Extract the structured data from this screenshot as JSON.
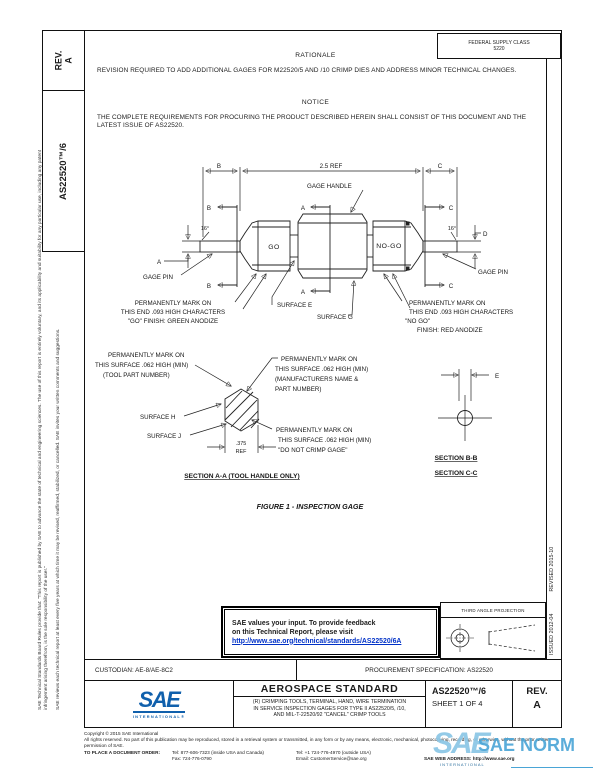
{
  "header": {
    "rev_label": "REV.",
    "rev_value": "A",
    "doc_number_vertical": "AS22520™/6",
    "fsc_line1": "FEDERAL SUPPLY CLASS",
    "fsc_line2": "5220"
  },
  "rationale": {
    "heading": "RATIONALE",
    "body": "REVISION REQUIRED TO ADD ADDITIONAL GAGES FOR M22520/5 AND /10 CRIMP DIES AND ADDRESS MINOR TECHNICAL CHANGES."
  },
  "notice": {
    "heading": "NOTICE",
    "body": "THE COMPLETE REQUIREMENTS FOR PROCURING THE PRODUCT DESCRIBED HEREIN SHALL CONSIST OF THIS DOCUMENT AND THE LATEST ISSUE OF AS22520."
  },
  "figure": {
    "dims": {
      "b": "B",
      "len": "2.5 REF",
      "c": "C",
      "a": "A",
      "d": "D",
      "e": "E",
      "chamfer": "16°",
      "hex": ".375",
      "hex_ref": "REF"
    },
    "sections": {
      "b": "B",
      "a": "A",
      "c": "C"
    },
    "labels": {
      "gage_handle": "GAGE HANDLE",
      "gage_pin": "GAGE PIN",
      "go": "GO",
      "no_go": "NO-GO",
      "surface_e": "SURFACE E",
      "surface_g": "SURFACE G",
      "surface_h": "SURFACE H",
      "surface_j": "SURFACE J"
    },
    "mark_go": [
      "PERMANENTLY MARK ON",
      "THIS END .093 HIGH CHARACTERS",
      "\"GO\"  FINISH: GREEN ANODIZE"
    ],
    "mark_nogo": [
      "PERMANENTLY MARK ON",
      "THIS END .093 HIGH CHARACTERS",
      "\"NO GO\"",
      "FINISH: RED ANODIZE"
    ],
    "mark_tool": [
      "PERMANENTLY MARK ON",
      "THIS SURFACE .062 HIGH (MIN)",
      "(TOOL PART NUMBER)"
    ],
    "mark_mfr": [
      "PERMANENTLY MARK ON",
      "THIS SURFACE .062 HIGH (MIN)",
      "(MANUFACTURERS NAME &",
      "PART NUMBER)"
    ],
    "mark_nocrimp": [
      "PERMANENTLY MARK ON",
      "THIS SURFACE .062 HIGH (MIN)",
      "\"DO NOT CRIMP GAGE\""
    ],
    "section_titles": {
      "aa": "SECTION A-A (TOOL HANDLE ONLY)",
      "bb": "SECTION B-B",
      "cc": "SECTION C-C"
    },
    "caption": "FIGURE 1 - INSPECTION GAGE"
  },
  "feedback": {
    "line1": "SAE values your input. To provide feedback",
    "line2": "on this Technical Report, please visit",
    "link": "http://www.sae.org/technical/standards/AS22520/6A"
  },
  "projection": {
    "label": "THIRD ANGLE PROJECTION"
  },
  "revision_history": {
    "issued": "ISSUED 2012-04",
    "revised": "REVISED 2015-10"
  },
  "footer": {
    "custodian": "CUSTODIAN: AE-8/AE-8C2",
    "procurement": "PROCUREMENT SPECIFICATION: AS22520",
    "doc_type": "AEROSPACE STANDARD",
    "title_lines": [
      "(R) CRIMPING TOOLS, TERMINAL, HAND, WIRE TERMINATION",
      "IN SERVICE INSPECTION GAGES FOR TYPE II AS22520/5, /10,",
      "AND MIL-T-22520/92 \"CANCEL\" CRIMP TOOLS"
    ],
    "doc_number": "AS22520™/6",
    "sheet": "SHEET 1 OF 4",
    "rev_label": "REV.",
    "rev_value": "A",
    "logo_text": "SAE",
    "logo_sub": "INTERNATIONAL®"
  },
  "copyright": {
    "line1": "Copyright © 2015 SAE International",
    "line2": "All rights reserved. No part of this publication may be reproduced, stored in a retrieval system or transmitted, in any form or by any means, electronic, mechanical, photocopying, recording, or otherwise, without the prior written permission of SAE.",
    "order_label": "TO PLACE A DOCUMENT ORDER:",
    "tel1": "Tel: 877-606-7323 (inside USA and Canada)",
    "fax": "Fax: 724-776-0790",
    "tel2": "Tel: +1 724-776-4970 (outside USA)",
    "email": "Email: CustomerService@sae.org",
    "web": "SAE WEB ADDRESS: http://www.sae.org"
  },
  "margin": {
    "note1": "SAE Technical Standards Board Rules provide that: \"This report is published by SAE to advance the state of technical and engineering sciences. The use of this report is entirely voluntary, and its applicability and suitability for any particular use, including any patent infringement arising therefrom, is the sole responsibility of the user.\"",
    "note2": "SAE reviews each technical report at least every five years at which time it may be revised, reaffirmed, stabilized, or cancelled. SAE invites your written comments and suggestions."
  },
  "watermark": {
    "sae": "SAE",
    "norm": "SAE NORM",
    "sub": "INTERNATIONAL"
  },
  "colors": {
    "link_blue": "#0031c7",
    "logo_blue": "#1060ac",
    "watermark_blue": "#4aa5d6",
    "ink": "#1c1c1c"
  }
}
